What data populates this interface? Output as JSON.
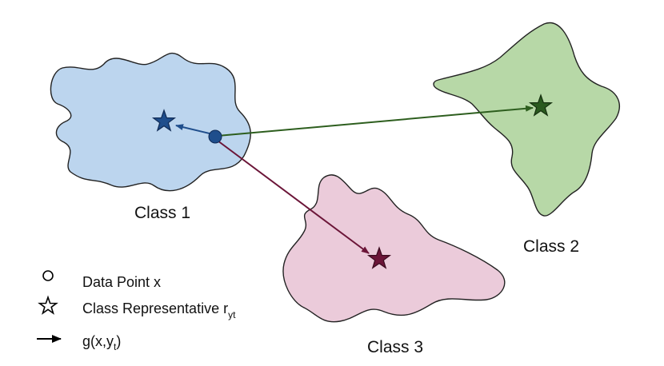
{
  "classes": [
    {
      "label": "Class 1",
      "color": "#bcd5ee",
      "star_color": "#1f4e8c"
    },
    {
      "label": "Class 2",
      "color": "#b7d8a7",
      "star_color": "#2a5a1f"
    },
    {
      "label": "Class 3",
      "color": "#ebcbda",
      "star_color": "#6b1538"
    }
  ],
  "data_point": {
    "color": "#1f4e8c"
  },
  "arrow_colors": {
    "to_class1": "#1f4e8c",
    "to_class2": "#2d5e1e",
    "to_class3": "#6b1538"
  },
  "legend": {
    "data_point": "Data Point x",
    "representative": "Class Representative r",
    "representative_sub": "yt",
    "function_pre": "g(x,y",
    "function_sub": "t",
    "function_post": ")"
  }
}
